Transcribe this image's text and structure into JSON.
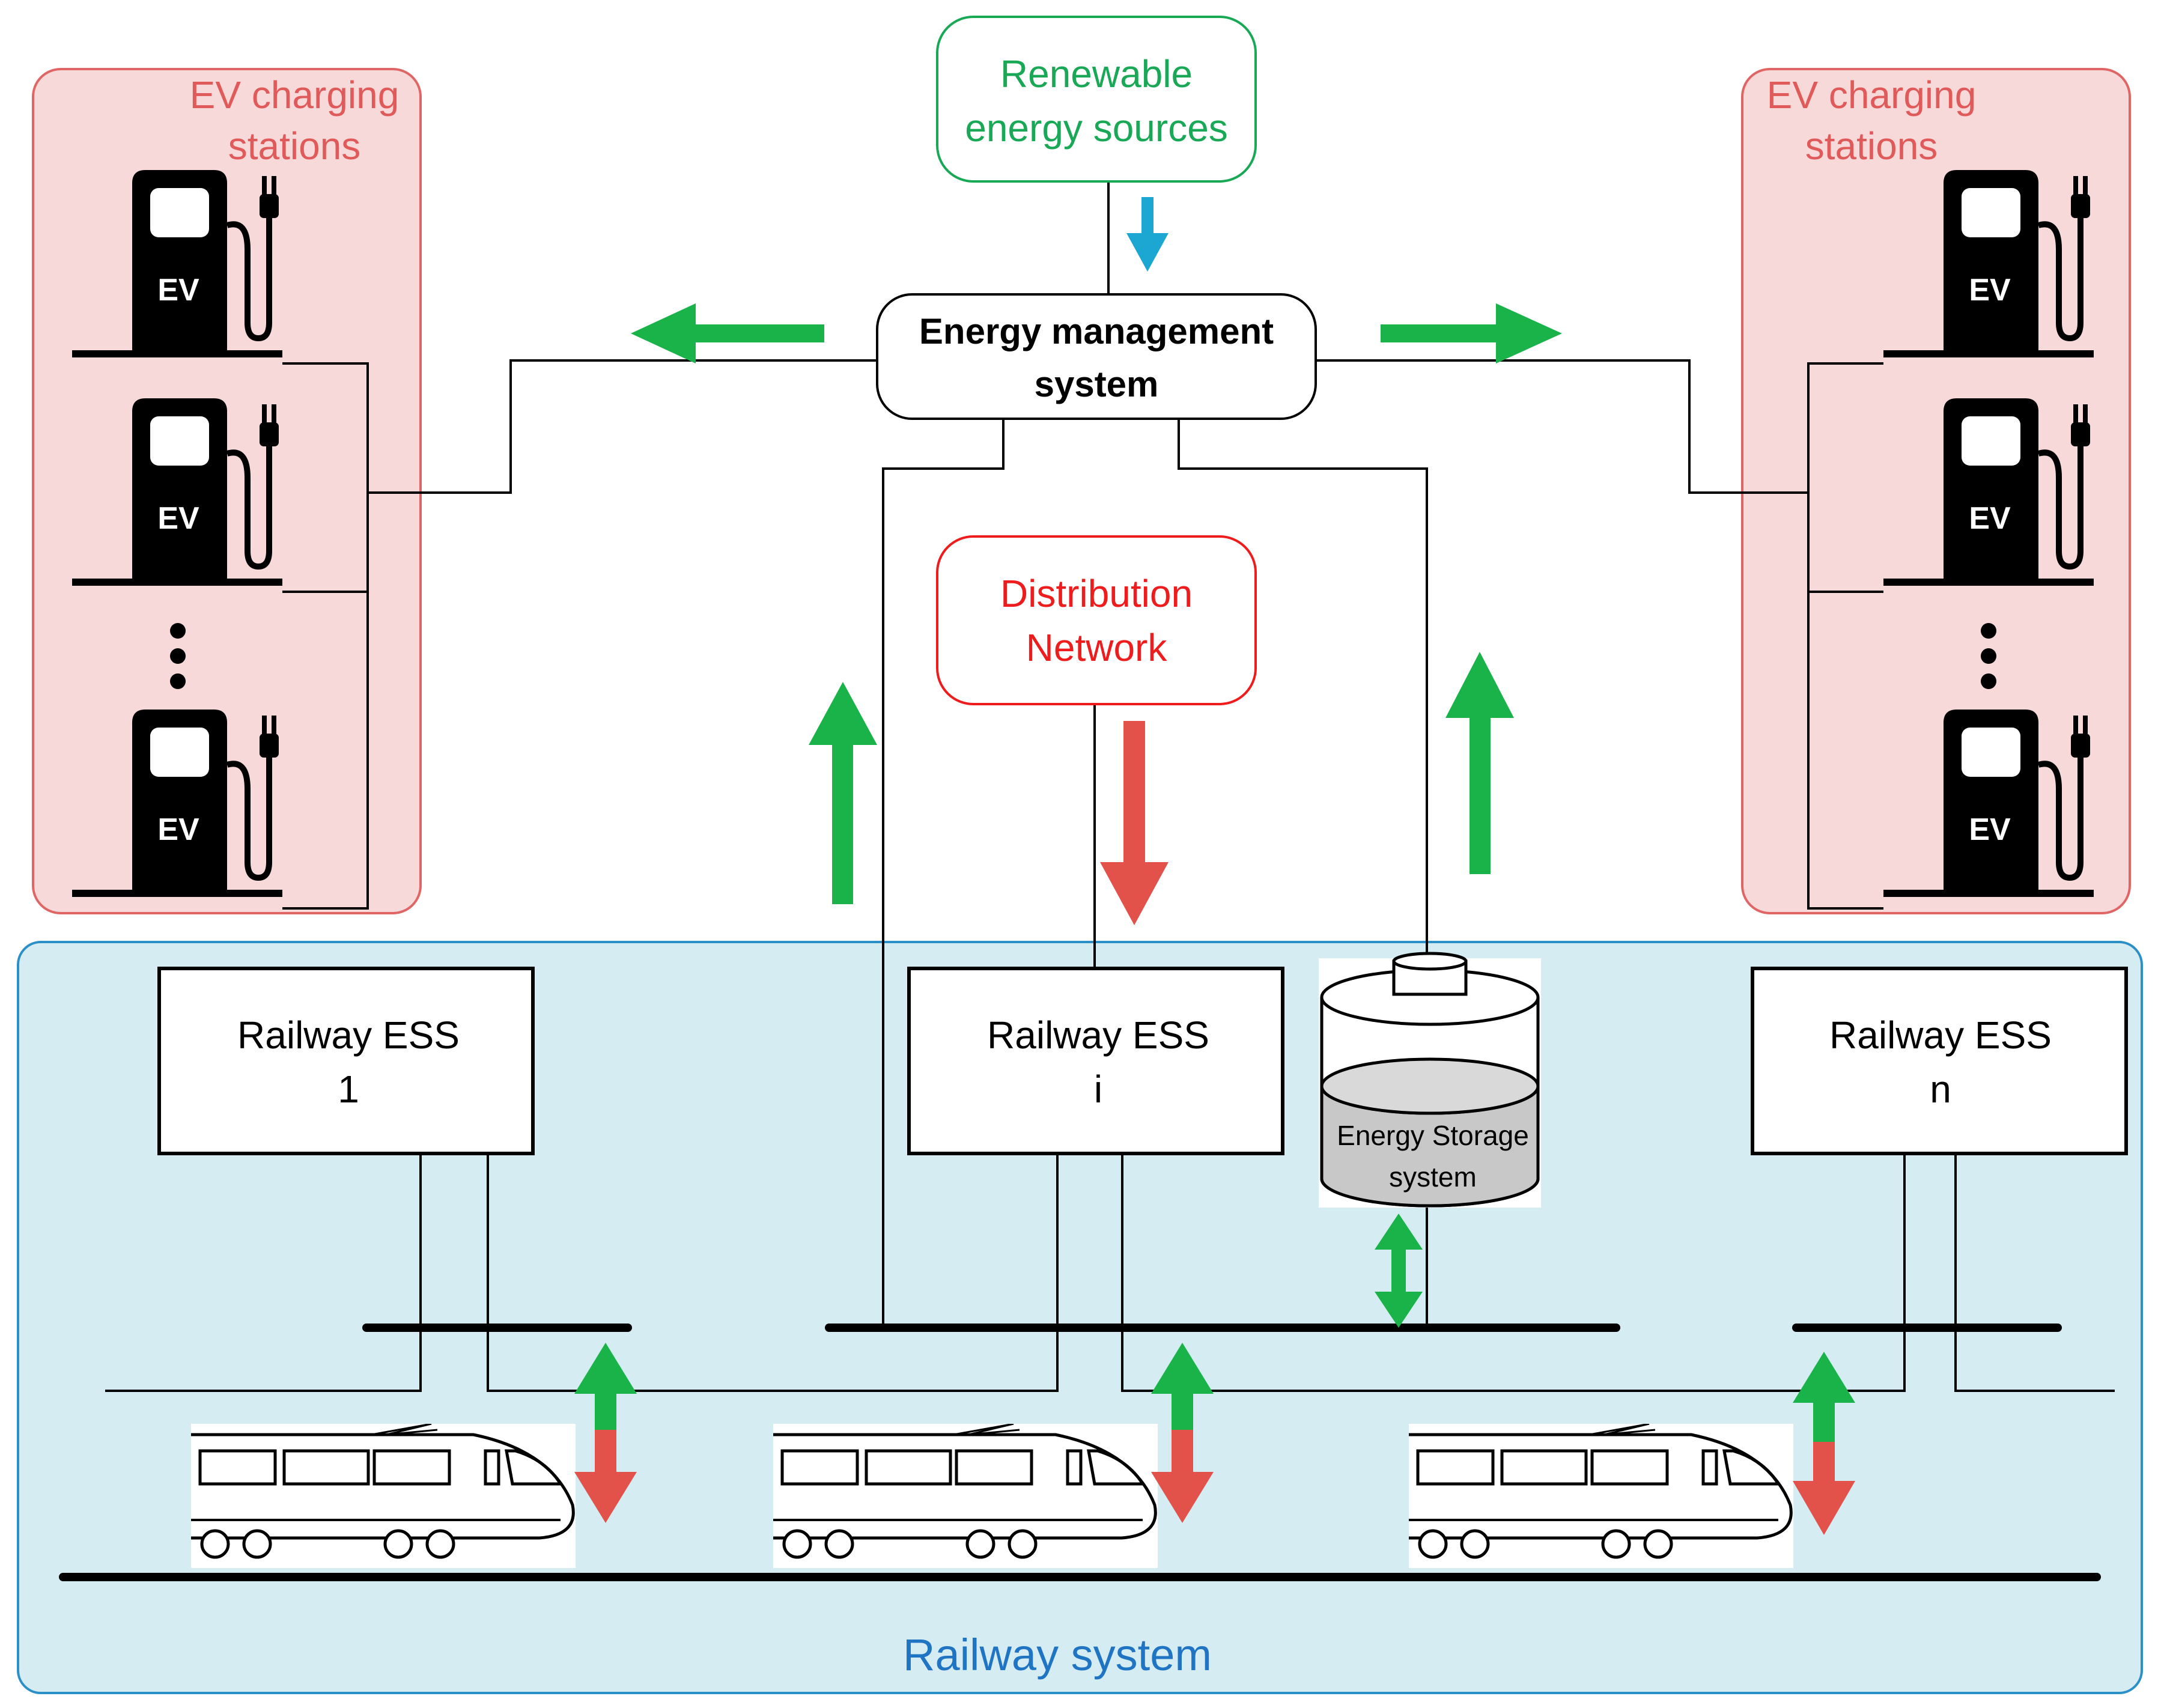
{
  "colors": {
    "ev_panel_fill": "#f8d9d9",
    "ev_panel_stroke": "#e06666",
    "ev_text": "#e05a5a",
    "railway_fill": "#d4ecf2",
    "railway_stroke": "#2b8fc8",
    "railway_text": "#1f74c3",
    "renewable": "#19a855",
    "distribution": "#ee1c1c",
    "arrow_green": "#19b34a",
    "arrow_red": "#e2524a",
    "arrow_blue": "#1ba7d1"
  },
  "ev_stations": {
    "left_title_line1": "EV charging",
    "left_title_line2": "stations",
    "right_title_line1": "EV charging",
    "right_title_line2": "stations",
    "charger_label": "EV",
    "ellipsis_icon": "vertical-dots-icon"
  },
  "renewable": {
    "line1": "Renewable",
    "line2": "energy sources"
  },
  "ems": {
    "line1": "Energy management",
    "line2": "system"
  },
  "distribution": {
    "line1": "Distribution",
    "line2": "Network"
  },
  "railway_ess": [
    {
      "line1": "Railway ESS",
      "line2": "1"
    },
    {
      "line1": "Railway ESS",
      "line2": "i"
    },
    {
      "line1": "Railway ESS",
      "line2": "n"
    }
  ],
  "storage": {
    "line1": "Energy Storage",
    "line2": "system",
    "icon": "battery-cylinder-icon"
  },
  "railway_system": {
    "label": "Railway system"
  },
  "trains": [
    "train-icon",
    "train-icon",
    "train-icon"
  ]
}
